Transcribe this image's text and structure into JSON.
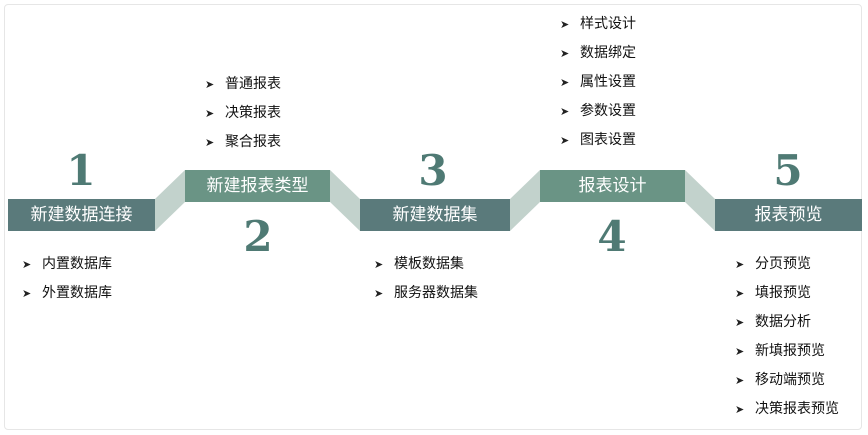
{
  "colors": {
    "dark_box": "#5a7a7b",
    "light_box": "#6a9485",
    "connector": "#c2d2cc",
    "number": "#4f7a74"
  },
  "bullet_icon": "arrow-right-icon",
  "bullet_glyph": "➤",
  "steps": [
    {
      "number": "1",
      "title": "新建数据连接",
      "items": [
        "内置数据库",
        "外置数据库"
      ]
    },
    {
      "number": "2",
      "title": "新建报表类型",
      "items": [
        "普通报表",
        "决策报表",
        "聚合报表"
      ]
    },
    {
      "number": "3",
      "title": "新建数据集",
      "items": [
        "模板数据集",
        "服务器数据集"
      ]
    },
    {
      "number": "4",
      "title": "报表设计",
      "items": [
        "样式设计",
        "数据绑定",
        "属性设置",
        "参数设置",
        "图表设置"
      ]
    },
    {
      "number": "5",
      "title": "报表预览",
      "items": [
        "分页预览",
        "填报预览",
        "数据分析",
        "新填报预览",
        "移动端预览",
        "决策报表预览"
      ]
    }
  ]
}
